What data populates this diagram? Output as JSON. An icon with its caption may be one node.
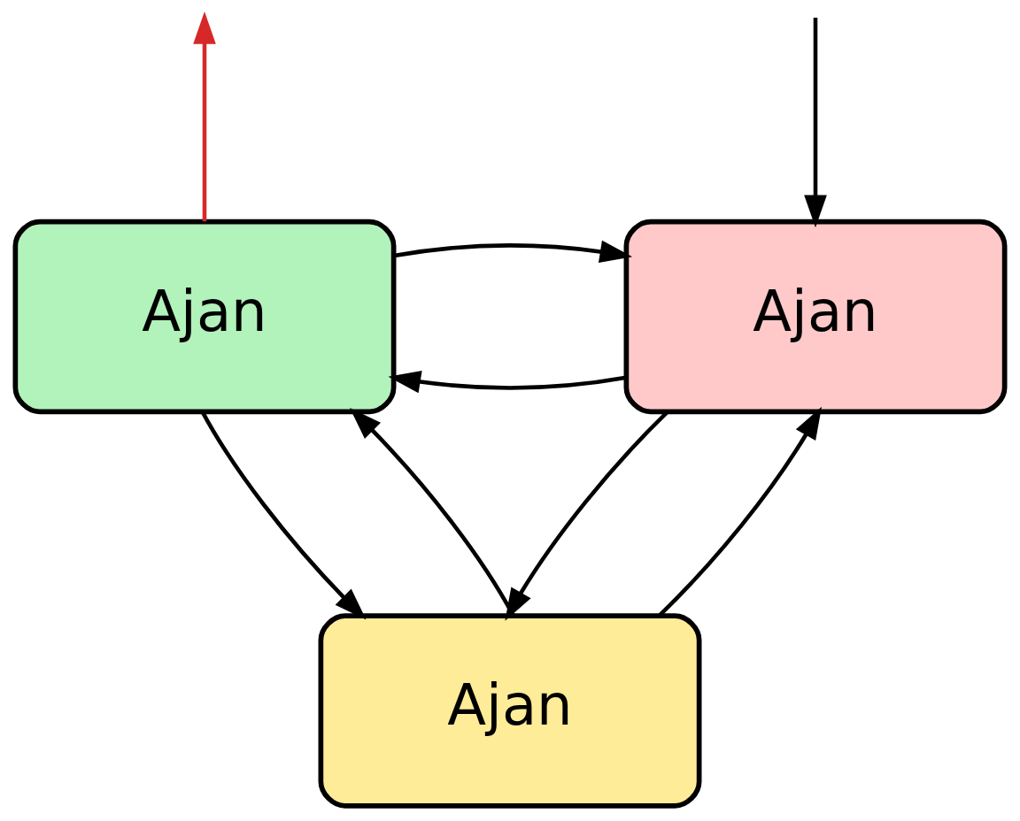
{
  "diagram": {
    "nodes": [
      {
        "text": [
          "Ajan"
        ]
      },
      {
        "text": [
          "Ajan"
        ]
      },
      {
        "text": [
          "Ajan"
        ]
      }
    ],
    "edges": [
      {
        "from": null,
        "to": 0,
        "arrow": "to"
      },
      {
        "from": 0,
        "to": 1,
        "arrow": "to"
      },
      {
        "from": 1,
        "to": 0,
        "arrow": "to"
      },
      {
        "from": 0,
        "to": 2,
        "arrow": "to"
      },
      {
        "from": 2,
        "to": 0,
        "arrow": "to"
      },
      {
        "from": 2,
        "to": 1,
        "arrow": "to"
      },
      {
        "from": 1,
        "to": 2,
        "arrow": "to"
      },
      {
        "from": 1,
        "to": null,
        "arrow": "to",
        "color": "#d62828"
      }
    ]
  }
}
